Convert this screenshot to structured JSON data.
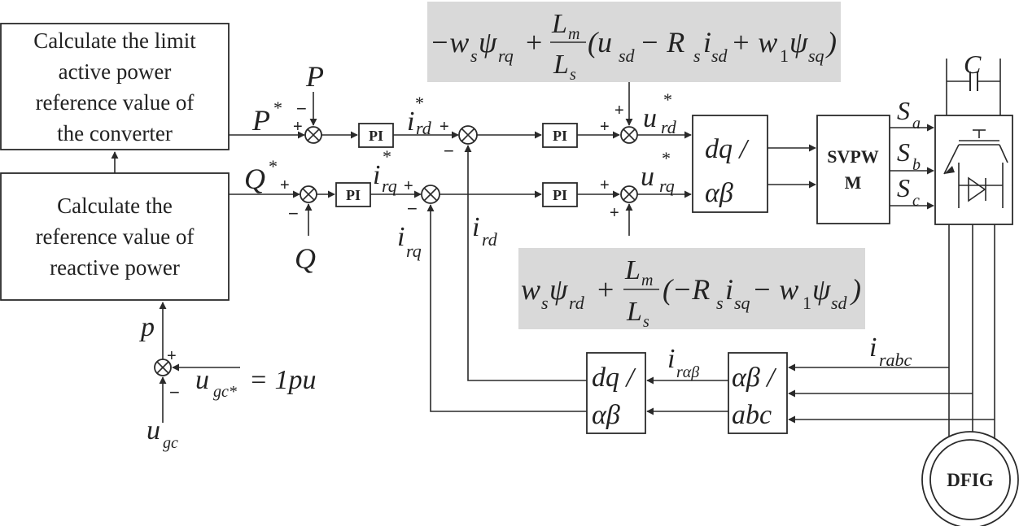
{
  "blocks": {
    "limit_calc": {
      "lines": [
        "Calculate the limit",
        "active power",
        "reference value of",
        "the converter"
      ]
    },
    "reactive_calc": {
      "lines": [
        "Calculate the",
        "reference value of",
        "reactive power"
      ]
    },
    "pi": "PI",
    "dq_ab": {
      "top": "dq /",
      "bottom": "αβ"
    },
    "ab_abc": {
      "top": "αβ /",
      "bottom": "abc"
    },
    "svpwm": {
      "top": "SVPW",
      "bottom": "M"
    },
    "dfig": "DFIG"
  },
  "signs": {
    "plus": "+",
    "minus": "−"
  },
  "symbols": {
    "P_star": "P",
    "star": "*",
    "P": "P",
    "Q_star": "Q",
    "Q": "Q",
    "p": "p",
    "i": "i",
    "u": "u",
    "rd": "rd",
    "rq": "rq",
    "r_alpha_beta": "rαβ",
    "rabc": "rabc",
    "ugc": "u",
    "gc": "gc",
    "gc_star": "gc*",
    "eq_1pu": "= 1pu",
    "S": "S",
    "a": "a",
    "b": "b",
    "c": "c",
    "C": "C"
  },
  "formulas": {
    "top": {
      "lead": "−w",
      "s": "s",
      "psi": "ψ",
      "rq": "rq",
      "plus": "+",
      "Lm": "L",
      "m": "m",
      "Ls": "L",
      "ls": "s",
      "body": "(u",
      "sd": "sd",
      "minus": " − R",
      "Rs": "s",
      "isd": "i",
      "sd2": "sd",
      "plus2": " + w",
      "one": "1",
      "psi2": "ψ",
      "sq": "sq",
      "close": ")"
    },
    "bottom": {
      "lead": "w",
      "s": "s",
      "psi": "ψ",
      "rd": "rd",
      "plus": "+",
      "Lm": "L",
      "m": "m",
      "Ls": "L",
      "ls": "s",
      "body": "(−R",
      "Rs": "s",
      "isq": "i",
      "sq": "sq",
      "minus": " − w",
      "one": "1",
      "psi2": "ψ",
      "sd": "sd",
      "close": ")"
    }
  }
}
